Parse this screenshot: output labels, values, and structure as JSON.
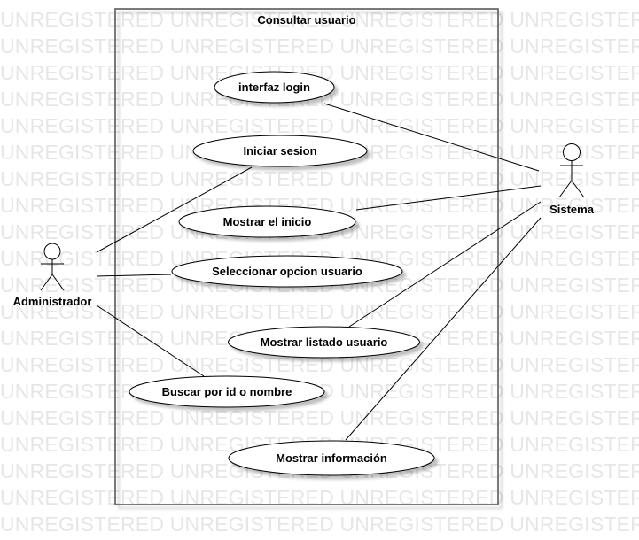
{
  "watermark": "UNREGISTERED",
  "system": {
    "title": "Consultar usuario"
  },
  "actors": {
    "admin": "Administrador",
    "sistema": "Sistema"
  },
  "use_cases": {
    "interfaz_login": "interfaz login",
    "iniciar_sesion": "Iniciar sesion",
    "mostrar_inicio": "Mostrar el inicio",
    "seleccionar_opcion": "Seleccionar opcion usuario",
    "mostrar_listado": "Mostrar listado usuario",
    "buscar": "Buscar por id o nombre",
    "mostrar_informacion": "Mostrar información"
  }
}
